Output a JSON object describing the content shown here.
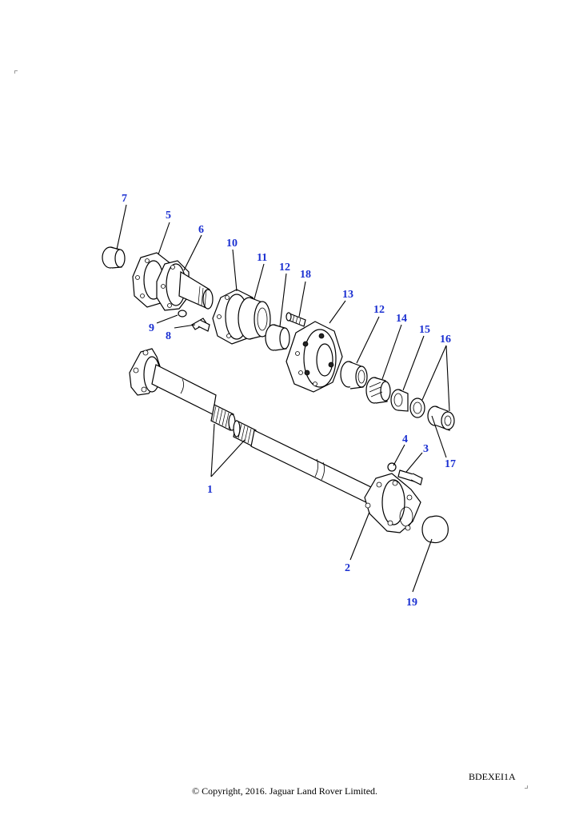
{
  "diagram": {
    "callouts": [
      {
        "id": "7",
        "label": "7"
      },
      {
        "id": "5",
        "label": "5"
      },
      {
        "id": "6",
        "label": "6"
      },
      {
        "id": "10",
        "label": "10"
      },
      {
        "id": "11",
        "label": "11"
      },
      {
        "id": "12a",
        "label": "12"
      },
      {
        "id": "18",
        "label": "18"
      },
      {
        "id": "13",
        "label": "13"
      },
      {
        "id": "12b",
        "label": "12"
      },
      {
        "id": "14",
        "label": "14"
      },
      {
        "id": "15",
        "label": "15"
      },
      {
        "id": "16",
        "label": "16"
      },
      {
        "id": "9",
        "label": "9"
      },
      {
        "id": "8",
        "label": "8"
      },
      {
        "id": "17",
        "label": "17"
      },
      {
        "id": "4",
        "label": "4"
      },
      {
        "id": "3",
        "label": "3"
      },
      {
        "id": "1",
        "label": "1"
      },
      {
        "id": "2",
        "label": "2"
      },
      {
        "id": "19",
        "label": "19"
      }
    ]
  },
  "reference_code": "BDEXEI1A",
  "copyright": "© Copyright, 2016. Jaguar Land Rover Limited."
}
